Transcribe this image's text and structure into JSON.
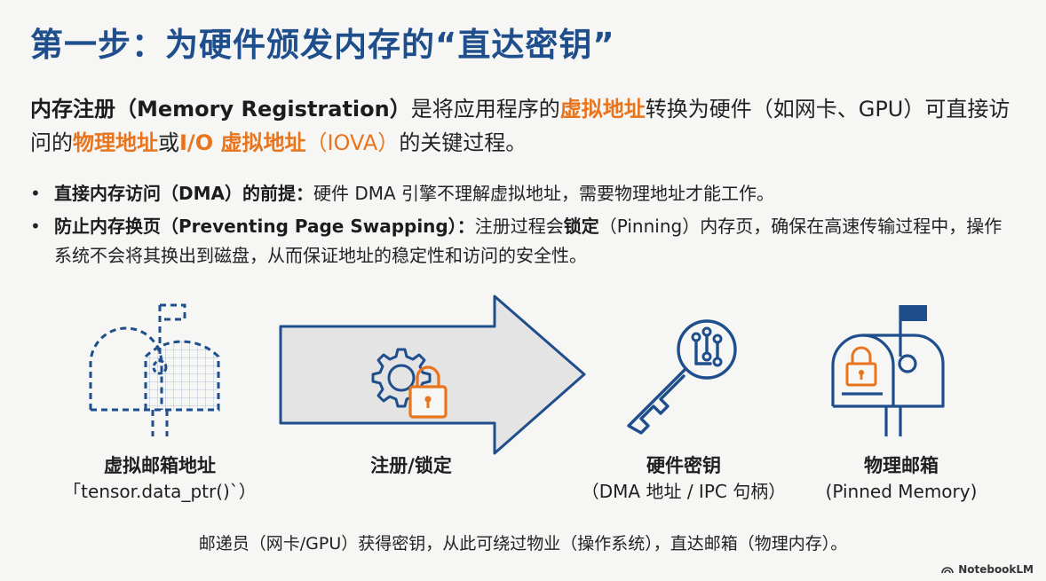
{
  "title": "第一步：为硬件颁发内存的“直达密钥”",
  "intro": {
    "term": "内存注册（Memory Registration）",
    "t1": "是将应用程序的",
    "hl1": "虚拟地址",
    "t2": "转换为硬件（如网卡、GPU）可直接访问的",
    "hl2": "物理地址",
    "t3": "或",
    "hl3": "I/O 虚拟地址",
    "hl4": "（IOVA）",
    "t4": "的关键过程。"
  },
  "bullets": [
    {
      "bold": "直接内存访问（DMA）的前提：",
      "text": "硬件 DMA 引擎不理解虚拟地址，需要物理地址才能工作。"
    },
    {
      "bold": "防止内存换页（Preventing Page Swapping）：",
      "text_a": "注册过程会",
      "bold2": "锁定",
      "text_b": "（Pinning）内存页，确保在高速传输过程中，操作系统不会将其换出到磁盘，从而保证地址的稳定性和访问的安全性。"
    }
  ],
  "diagram": {
    "virtual": {
      "main": "虚拟邮箱地址",
      "sub": "「tensor.data_ptr()`）",
      "icon": "dashed-mailbox-icon"
    },
    "register": {
      "main": "注册/锁定",
      "icon": "gear-lock-icon"
    },
    "key": {
      "main": "硬件密钥",
      "sub": "（DMA 地址 / IPC 句柄）",
      "icon": "circuit-key-icon"
    },
    "physical": {
      "main": "物理邮箱",
      "sub": "(Pinned Memory)",
      "icon": "locked-mailbox-icon"
    }
  },
  "caption": "邮递员（网卡/GPU）获得密钥，从此可绕过物业（操作系统），直达邮箱（物理内存）。",
  "brand": "NotebookLM",
  "colors": {
    "title": "#1f4e8c",
    "accent": "#e8741e",
    "arrow_fill": "#e4e4e4",
    "stroke": "#1f4e8c"
  }
}
